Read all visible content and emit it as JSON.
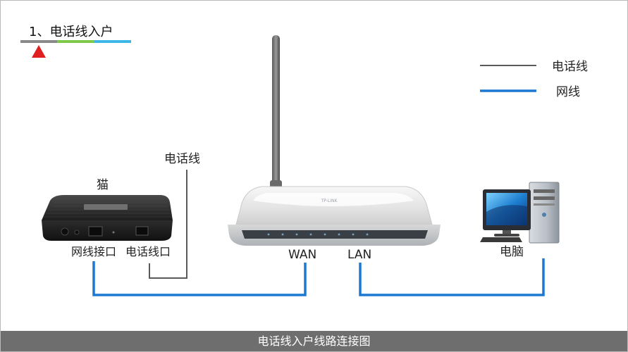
{
  "step": {
    "title": "1、电话线入户"
  },
  "progress": {
    "segments": [
      {
        "color": "#8a8a8a"
      },
      {
        "color": "#7ec94a"
      },
      {
        "color": "#3db6e8"
      }
    ],
    "current_index": 0,
    "marker_color": "#e02020"
  },
  "legend": {
    "items": [
      {
        "label": "电话线",
        "color": "#5a5a5a"
      },
      {
        "label": "网线",
        "color": "#1d78d2"
      }
    ]
  },
  "labels": {
    "phone_line": "电话线",
    "modem": "猫",
    "modem_lan_port": "网线接口",
    "modem_phone_port": "电话线口",
    "router_wan": "WAN",
    "router_lan": "LAN",
    "computer": "电脑",
    "router_brand": "TP-LINK"
  },
  "colors": {
    "phone_line": "#5a5a5a",
    "network_cable": "#1d78d2",
    "footer_bg": "#6e6e6e"
  },
  "footer": {
    "caption": "电话线入户线路连接图"
  }
}
